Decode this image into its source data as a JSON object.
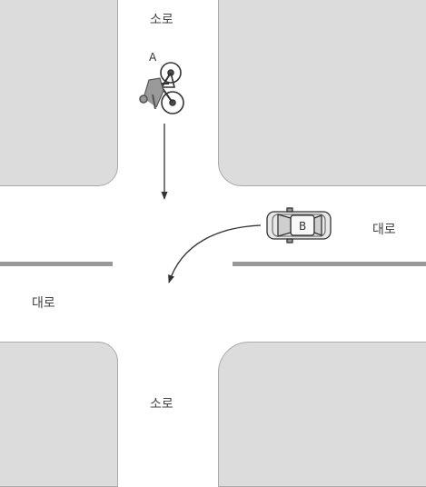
{
  "labels": {
    "minor_road_top": "소로",
    "minor_road_bottom": "소로",
    "major_road_right": "대로",
    "major_road_left": "대로",
    "bicycle": "A",
    "car": "B"
  },
  "colors": {
    "block_fill": "#dcdcdc",
    "block_border": "#aaaaaa",
    "lane_marking": "#999999",
    "arrow": "#333333",
    "vehicle_fill": "#e6e6e6",
    "vehicle_stroke": "#333333"
  }
}
